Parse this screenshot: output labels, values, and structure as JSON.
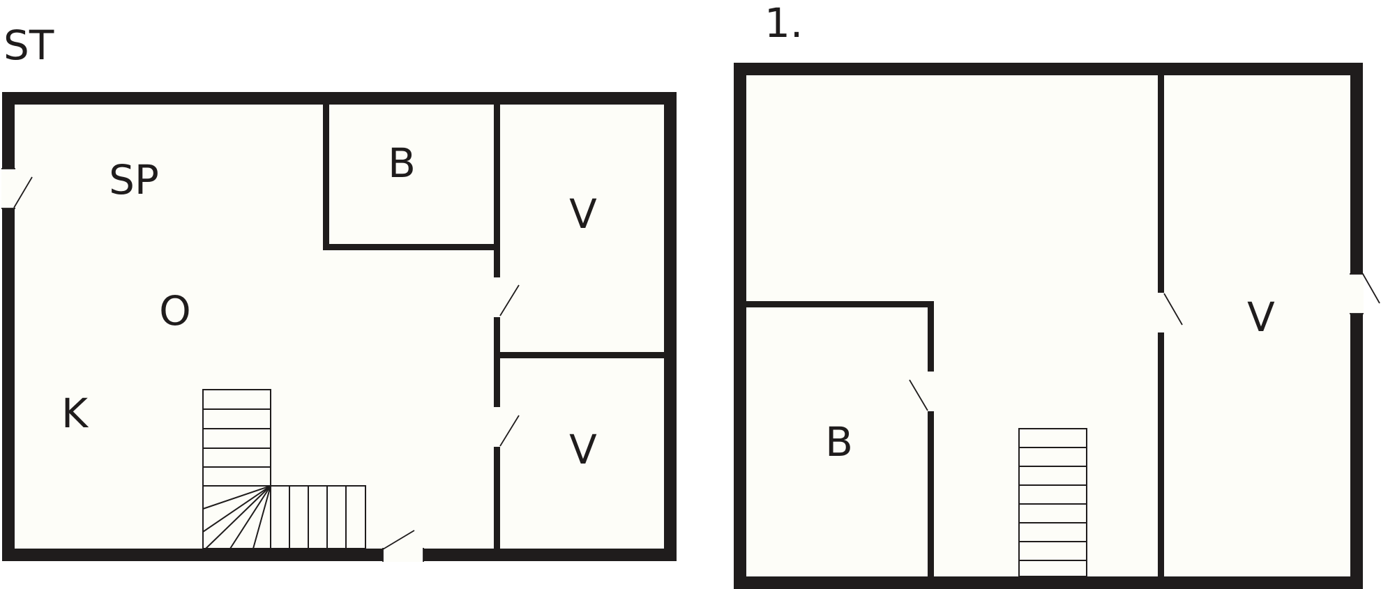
{
  "floors": [
    {
      "label": "ST",
      "rooms": {
        "sp": "SP",
        "b": "B",
        "v_top": "V",
        "o": "O",
        "k": "K",
        "v_bottom": "V"
      }
    },
    {
      "label": "1.",
      "rooms": {
        "b": "B",
        "v": "V"
      }
    }
  ],
  "colors": {
    "wall": "#1f1c1c",
    "floor": "#fdfdf8"
  }
}
